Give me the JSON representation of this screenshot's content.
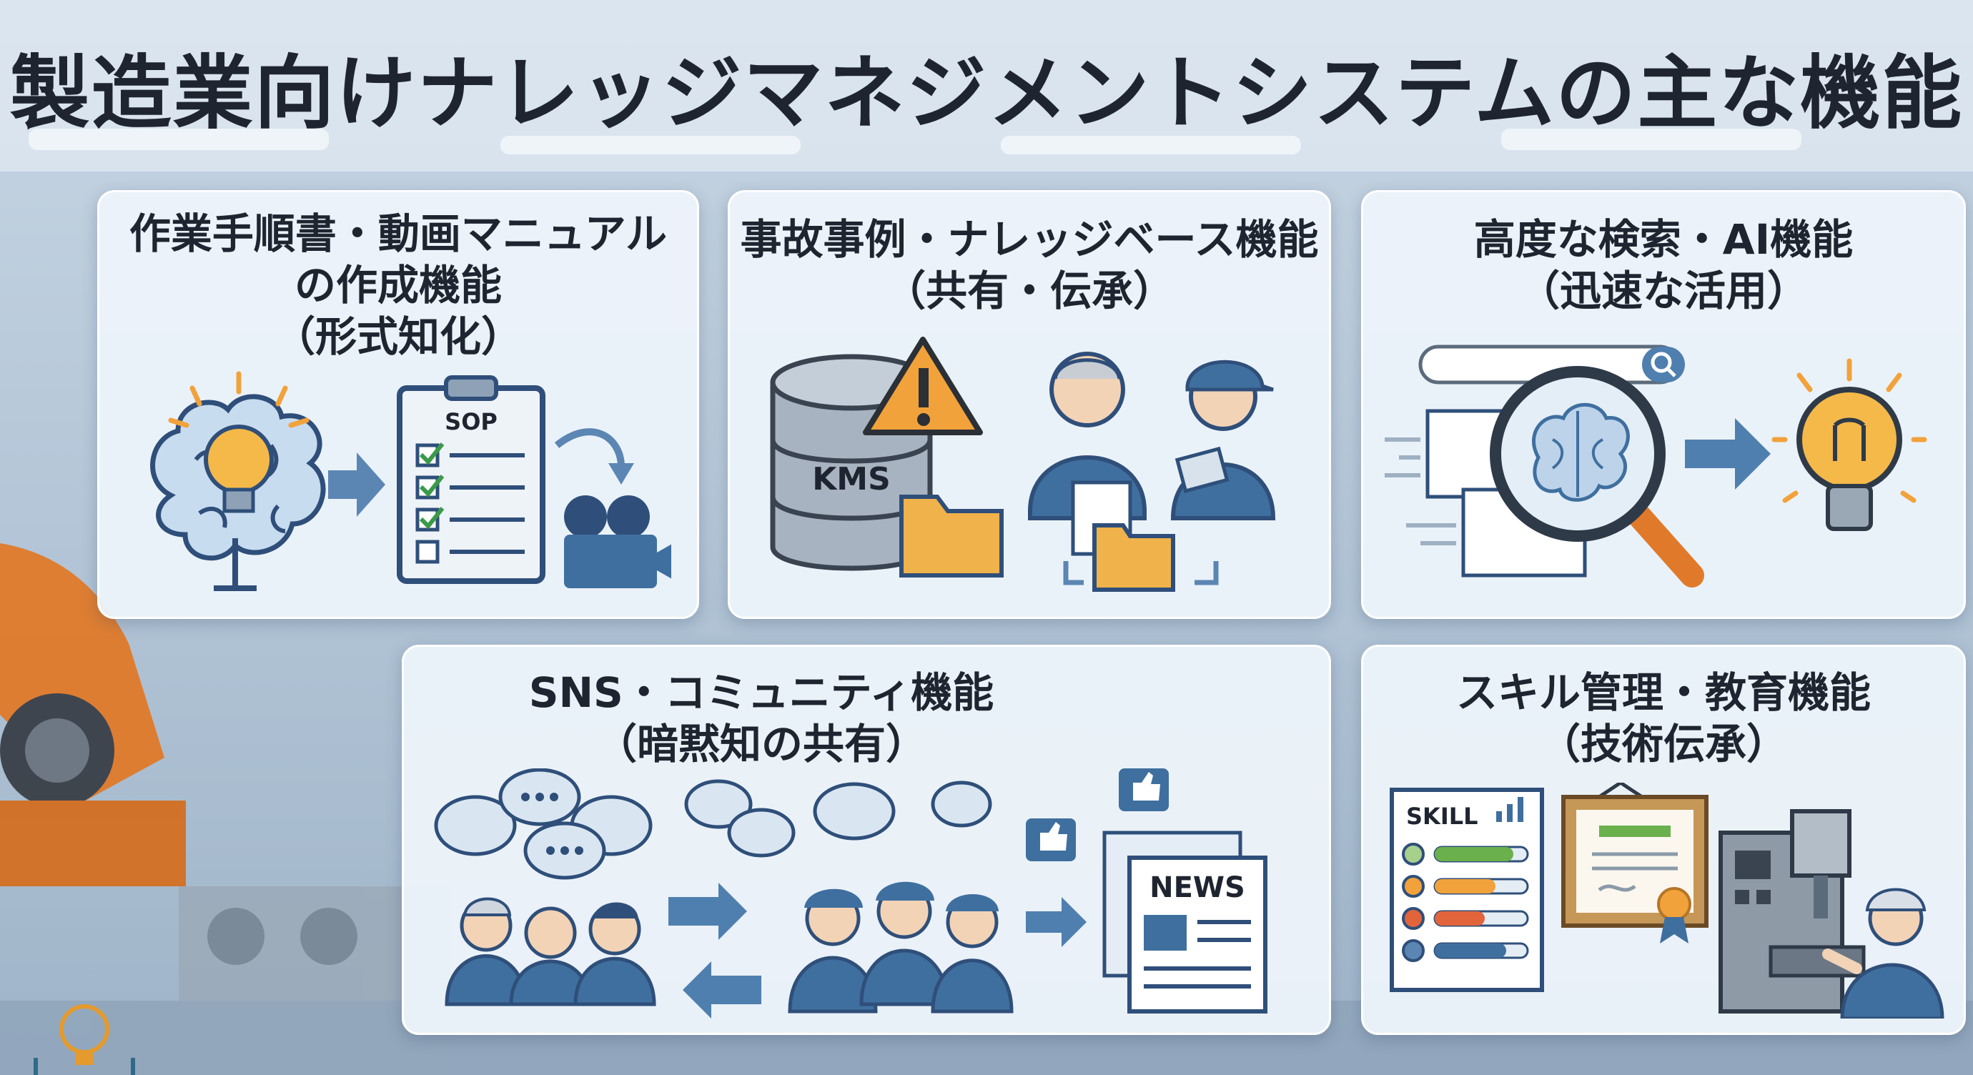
{
  "title": "製造業向けナレッジマネジメントシステムの主な機能",
  "cards": [
    {
      "lines": [
        "作業手順書・動画マニュアル",
        "の作成機能",
        "（形式知化）"
      ],
      "icons": [
        "lightbulb-brain",
        "arrow",
        "clipboard-checklist",
        "video-camera"
      ],
      "labels": {
        "clipboard": "SOP"
      }
    },
    {
      "lines": [
        "事故事例・ナレッジベース機能",
        "（共有・伝承）"
      ],
      "icons": [
        "database",
        "warning",
        "folder",
        "senior-worker",
        "young-worker"
      ],
      "labels": {
        "database": "KMS"
      }
    },
    {
      "lines": [
        "高度な検索・AI機能",
        "（迅速な活用）"
      ],
      "icons": [
        "search-bar",
        "magnifier-brain",
        "arrow",
        "lightbulb"
      ]
    },
    {
      "lines": [
        "SNS・コミュニティ機能",
        "（暗黙知の共有）"
      ],
      "icons": [
        "speech-bubbles",
        "workers",
        "exchange-arrows",
        "like",
        "newspaper"
      ],
      "labels": {
        "news": "NEWS"
      }
    },
    {
      "lines": [
        "スキル管理・教育機能",
        "（技術伝承）"
      ],
      "icons": [
        "skill-chart",
        "certificate",
        "machine-tool",
        "worker"
      ],
      "labels": {
        "skill": "SKILL"
      }
    }
  ],
  "colors": {
    "accent_orange": "#f2a23a",
    "navy": "#2f4f7a",
    "blue": "#3f6f9f",
    "light_blue": "#9fc0de",
    "card_bg": "#ecf4fa"
  }
}
